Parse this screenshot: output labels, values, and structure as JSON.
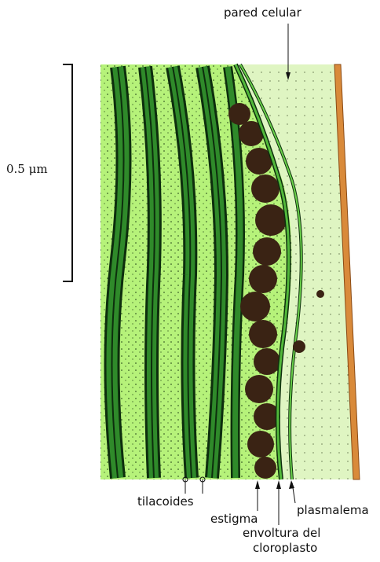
{
  "labels": {
    "cell_wall": "pared celular",
    "scale": "0.5 μm",
    "thylakoids": "tilacoides",
    "stigma": "estigma",
    "plasmalemma": "plasmalema",
    "envelope_line1": "envoltura del",
    "envelope_line2": "cloroplasto"
  },
  "colors": {
    "stroma": "#b6f27a",
    "thylakoid": "#2f8a2a",
    "thylakoid_edge": "#0d2e0d",
    "stigma_granule": "#3a2314",
    "cytoplasm": "#dff5c2",
    "cell_wall": "#d98a3a"
  }
}
